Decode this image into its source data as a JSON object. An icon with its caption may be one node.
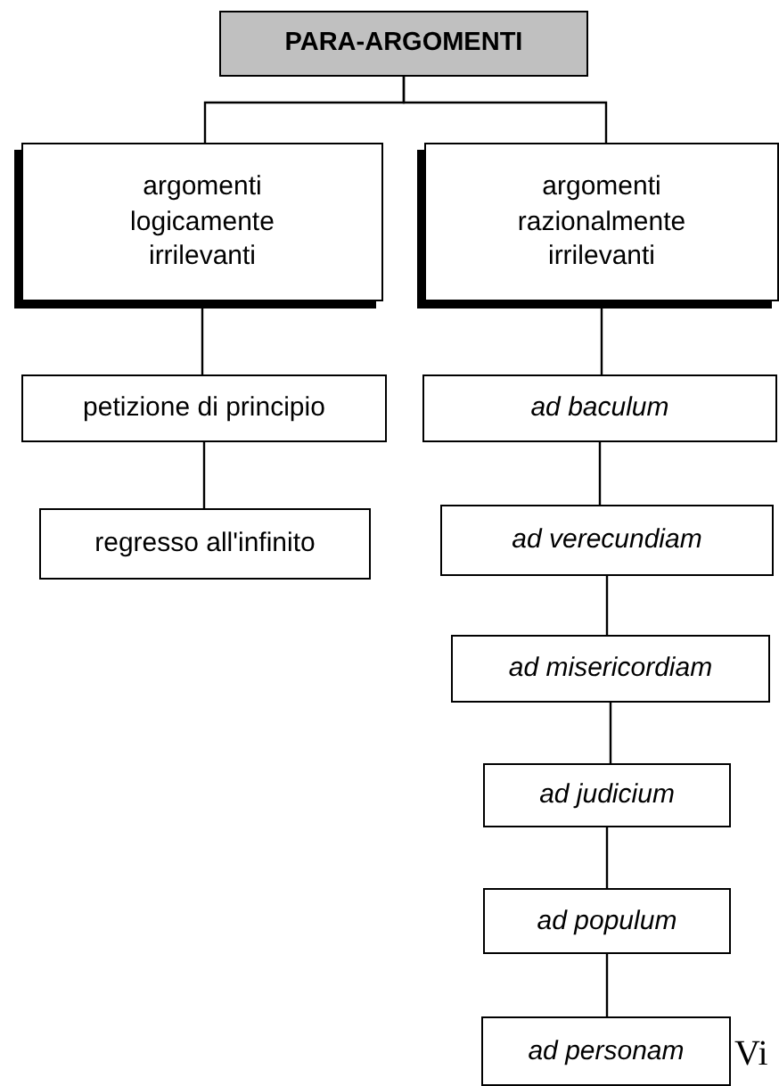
{
  "diagram": {
    "nodes": [
      {
        "text": [
          "PARA-ARGOMENTI"
        ]
      },
      {
        "text": [
          "argomenti logicamente irrilevanti"
        ]
      },
      {
        "text": [
          "argomenti razionalmente irrilevanti"
        ]
      },
      {
        "text": [
          "petizione di principio"
        ]
      },
      {
        "text": [
          "regresso all'infinito"
        ]
      },
      {
        "text": [
          "ad baculum"
        ]
      },
      {
        "text": [
          "ad verecundiam"
        ]
      },
      {
        "text": [
          "ad misericordiam"
        ]
      },
      {
        "text": [
          "ad judicium"
        ]
      },
      {
        "text": [
          "ad populum"
        ]
      },
      {
        "text": [
          "ad personam"
        ]
      }
    ],
    "edges": [
      {
        "from": 0,
        "to": 1,
        "arrow": "none"
      },
      {
        "from": 0,
        "to": 2,
        "arrow": "none"
      },
      {
        "from": 1,
        "to": 3,
        "arrow": "none"
      },
      {
        "from": 3,
        "to": 4,
        "arrow": "none"
      },
      {
        "from": 2,
        "to": 5,
        "arrow": "none"
      },
      {
        "from": 5,
        "to": 6,
        "arrow": "none"
      },
      {
        "from": 6,
        "to": 7,
        "arrow": "none"
      },
      {
        "from": 7,
        "to": 8,
        "arrow": "none"
      },
      {
        "from": 8,
        "to": 9,
        "arrow": "none"
      },
      {
        "from": 9,
        "to": 10,
        "arrow": "none"
      }
    ],
    "labels": [
      "Vi"
    ]
  }
}
